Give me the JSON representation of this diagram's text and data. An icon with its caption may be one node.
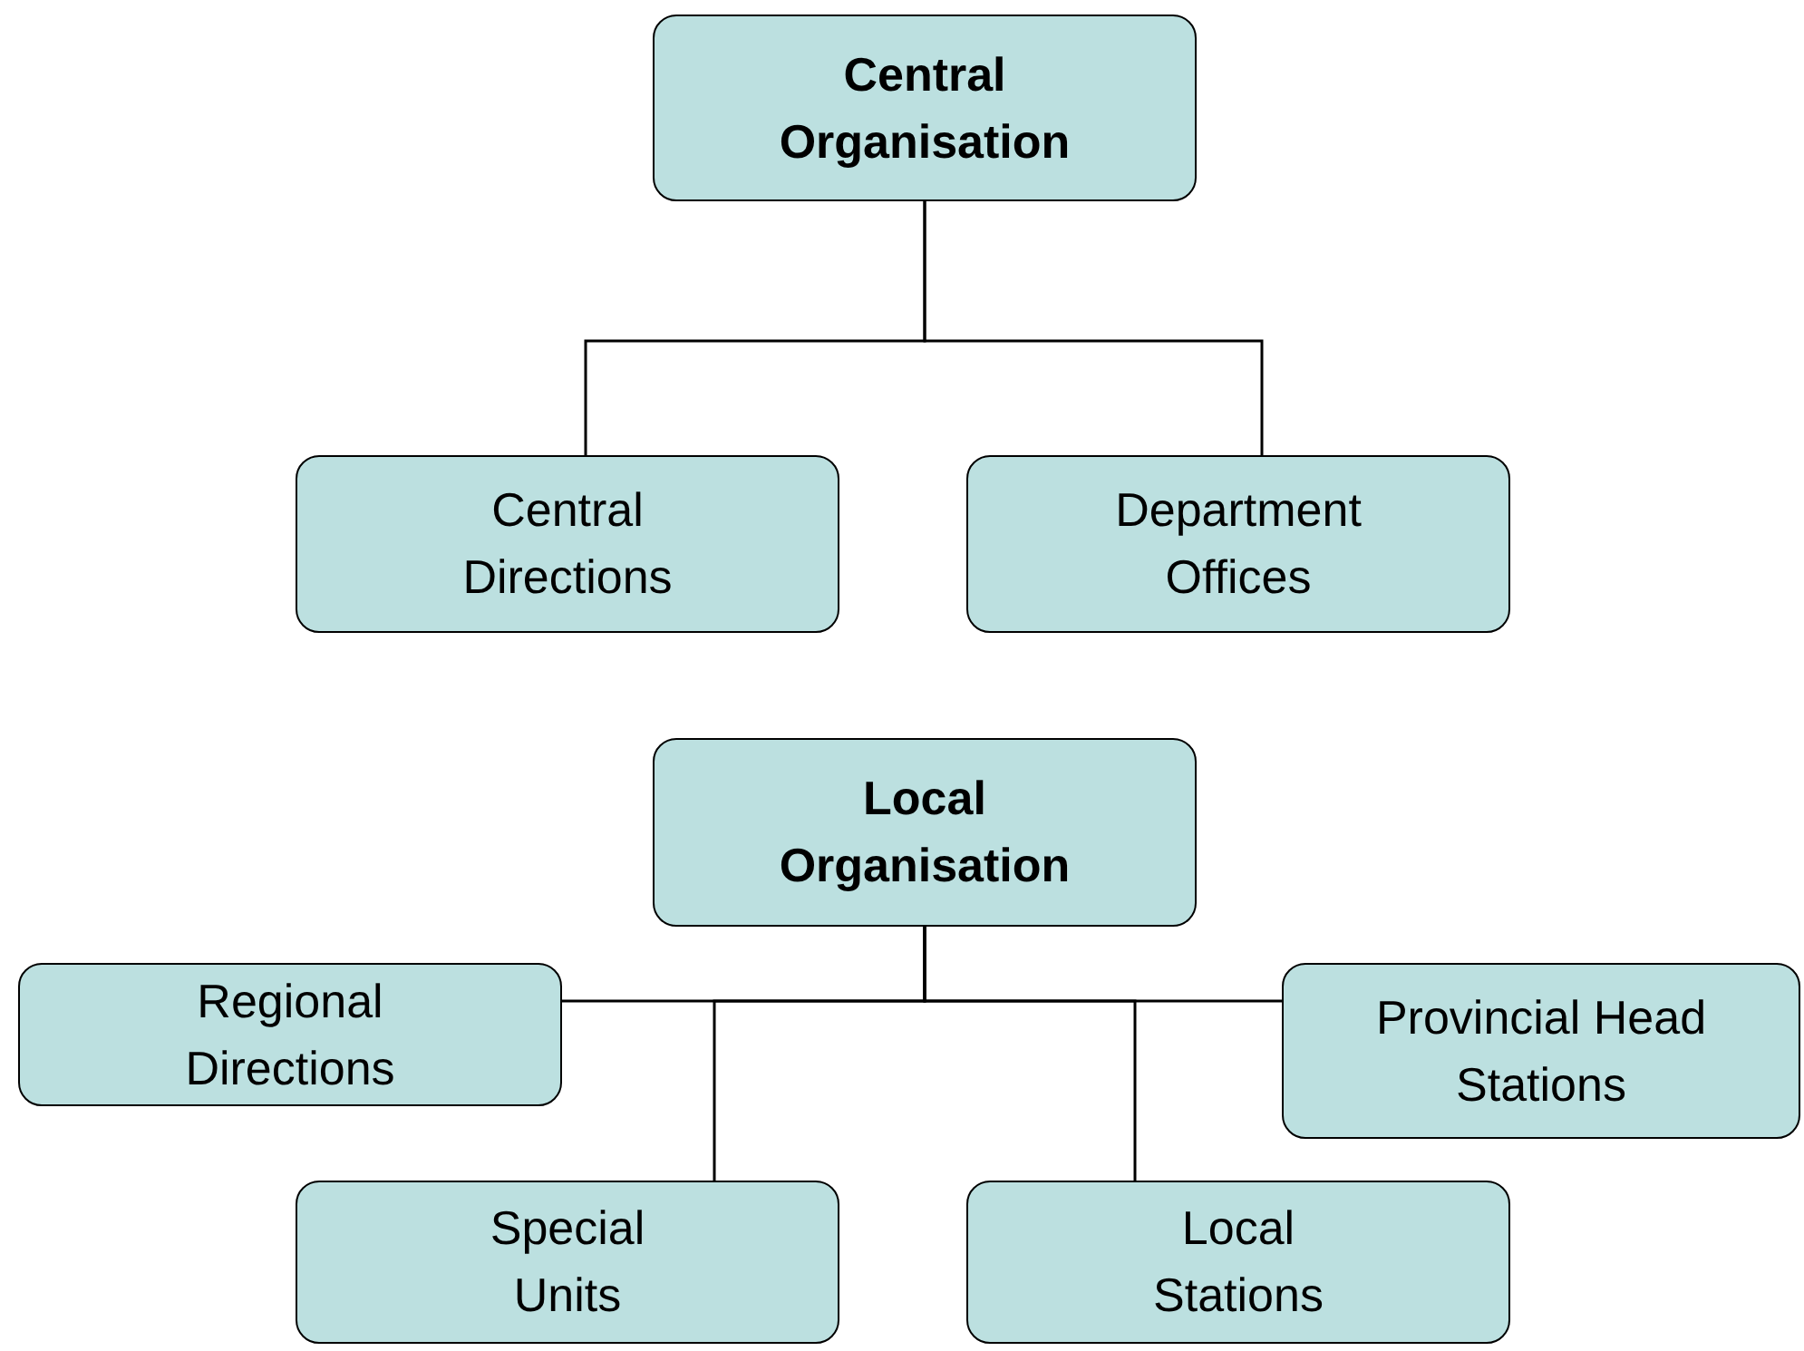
{
  "diagram": {
    "nodes": [
      {
        "text": [
          "Central Organisation"
        ]
      },
      {
        "text": [
          "Central Directions"
        ]
      },
      {
        "text": [
          "Department Offices"
        ]
      },
      {
        "text": [
          "Local Organisation"
        ]
      },
      {
        "text": [
          "Regional Directions"
        ]
      },
      {
        "text": [
          "Provincial Head Stations"
        ]
      },
      {
        "text": [
          "Special Units"
        ]
      },
      {
        "text": [
          "Local Stations"
        ]
      }
    ],
    "edges": [
      {
        "from": 0,
        "to": 1,
        "arrow": "none"
      },
      {
        "from": 0,
        "to": 2,
        "arrow": "none"
      },
      {
        "from": 3,
        "to": 4,
        "arrow": "none"
      },
      {
        "from": 3,
        "to": 5,
        "arrow": "none"
      },
      {
        "from": 3,
        "to": 6,
        "arrow": "none"
      },
      {
        "from": 3,
        "to": 7,
        "arrow": "none"
      }
    ]
  }
}
